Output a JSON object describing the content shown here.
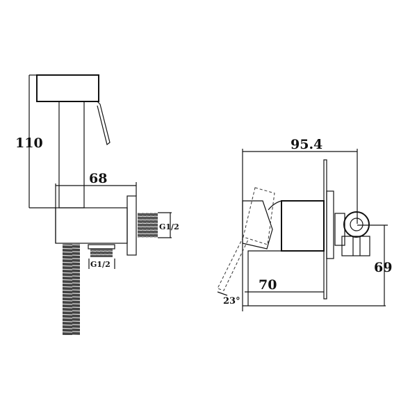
{
  "side_view": {
    "height_dim": "110",
    "depth_dim": "68",
    "thread_right": "G1/2",
    "thread_bottom": "G1/2"
  },
  "valve_view": {
    "width_dim": "95.4",
    "depth_dim": "70",
    "height_dim": "69",
    "angle_dim": "23°"
  },
  "colors": {
    "line": "#111111",
    "background": "#ffffff"
  }
}
